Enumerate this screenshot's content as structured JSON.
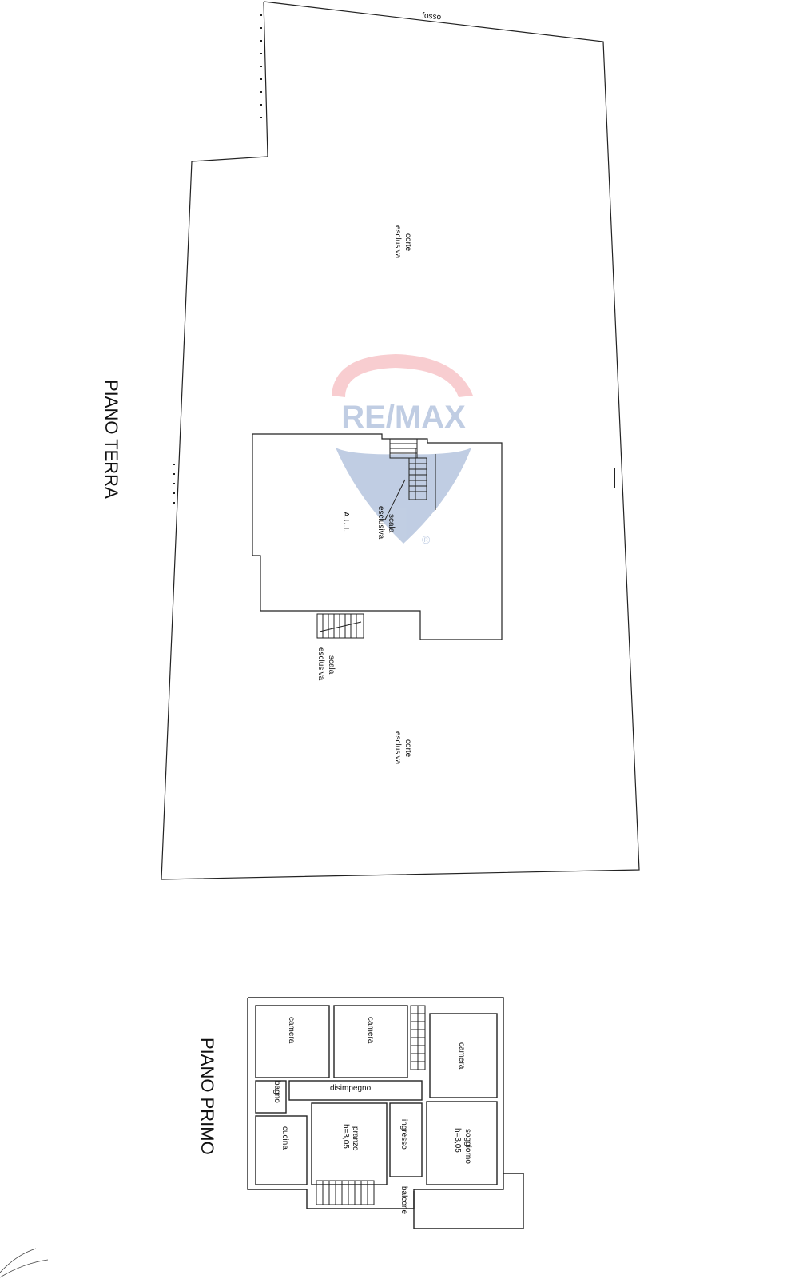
{
  "watermark": {
    "brand": "RE/MAX",
    "registered_mark": "®",
    "colors": {
      "red": "#e8505b",
      "blue": "#1f4e9c"
    }
  },
  "piano_terra": {
    "title": "PIANO TERRA",
    "border_label": "fosso",
    "labels": {
      "corte_top": [
        "corte",
        "esclusiva"
      ],
      "corte_bottom": [
        "corte",
        "esclusiva"
      ],
      "aui": "A.U.I.",
      "scala_top": [
        "scala",
        "esclusiva"
      ],
      "scala_bottom": [
        "scala",
        "esclusiva"
      ]
    }
  },
  "piano_primo": {
    "title": "PIANO PRIMO",
    "rooms": {
      "camera_1": "camera",
      "camera_2": "camera",
      "camera_3": "camera",
      "disimpegno": "disimpegno",
      "bagno": "bagno",
      "cucina": "cucina",
      "pranzo": [
        "pranzo",
        "h=3,05"
      ],
      "ingresso": "ingresso",
      "soggiorno": [
        "soggiorno",
        "h=3,05"
      ],
      "balcone": "balcone"
    }
  },
  "line_color": "#222222"
}
